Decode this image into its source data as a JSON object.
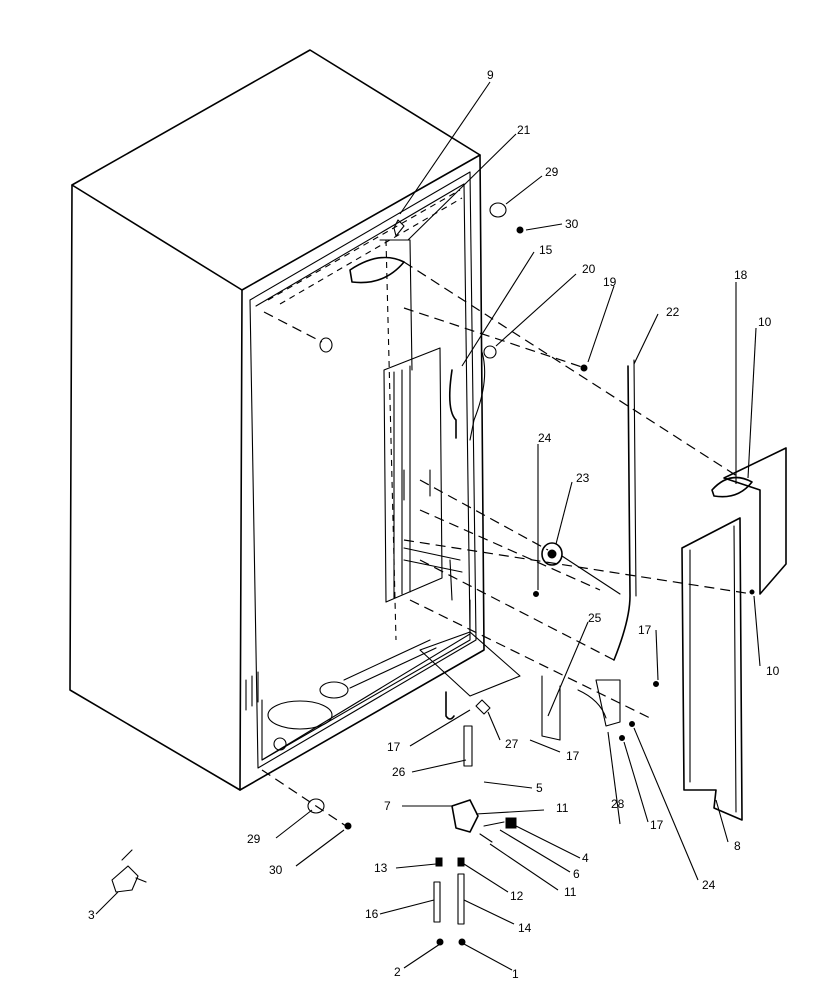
{
  "callouts": {
    "c1": "1",
    "c2": "2",
    "c3": "3",
    "c4": "4",
    "c5": "5",
    "c6": "6",
    "c7": "7",
    "c8": "8",
    "c9": "9",
    "c10a": "10",
    "c10b": "10",
    "c11a": "11",
    "c11b": "11",
    "c12": "12",
    "c13": "13",
    "c14": "14",
    "c15": "15",
    "c16": "16",
    "c17a": "17",
    "c17b": "17",
    "c17c": "17",
    "c17d": "17",
    "c18": "18",
    "c19": "19",
    "c20": "20",
    "c21": "21",
    "c22": "22",
    "c23": "23",
    "c24a": "24",
    "c24b": "24",
    "c25": "25",
    "c26": "26",
    "c27": "27",
    "c28": "28",
    "c29a": "29",
    "c29b": "29",
    "c30a": "30",
    "c30b": "30"
  }
}
